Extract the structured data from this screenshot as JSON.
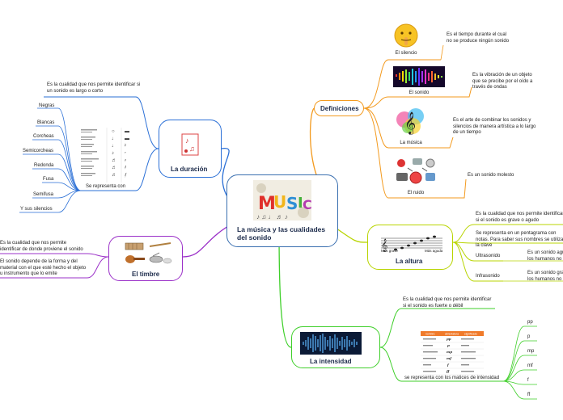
{
  "central": {
    "title": "La música y las cualidades del sonido"
  },
  "definiciones": {
    "title": "Definiciones",
    "items": [
      {
        "caption": "El silencio",
        "text": "Es el tiempo durante el cual no se produce ningún sonido"
      },
      {
        "caption": "El sonido",
        "text": "Es la vibración de un objeto que se precibe por el oído a través de ondas"
      },
      {
        "caption": "La música",
        "text": "Es el arte de combinar los sonidos y silencios de manera artística a lo largo de un tiempo"
      },
      {
        "caption": "El ruido",
        "text": "Es un sonido molesto"
      }
    ]
  },
  "duracion": {
    "title": "La duración",
    "definition": "Es la cualidad que nos permite identificar si un sonido es largo o corto",
    "represented_label": "Se representa con",
    "figures": [
      "Negras",
      "Blancas",
      "Corcheas",
      "Semicorcheas",
      "Redonda",
      "Fusa",
      "Semifusa",
      "Y sus silencios"
    ]
  },
  "timbre": {
    "title": "El timbre",
    "text1": "Es la cualidad que nos permite identificar de donde proviene el sonido",
    "text2": "El sonido depende de la forma y del material con el que esté hecho el objeto u instrumento que lo emite"
  },
  "altura": {
    "title": "La altura",
    "image_left": "Más grave",
    "image_right": "Más aguda",
    "definition": "Es la cualidad que nos permite identificar si el sonido es grave o agudo",
    "staff_text": "Se representa en un pentagrama con notas. Para saber sus nombres se utiliza la clave",
    "ultra_label": "Ultrasonido",
    "ultra_text": "Es un sonido agudo, los humanos no",
    "infra_label": "Infrasonido",
    "infra_text": "Es un sonido grave, los humanos no"
  },
  "intensidad": {
    "title": "La intensidad",
    "definition": "Es la cualidad que nos permite identificar si el sonido es fuerte o débil",
    "matices_label": "se representa con los matices de intensidad",
    "dynamics": [
      "pp",
      "p",
      "mp",
      "mf",
      "f",
      "ff"
    ]
  },
  "colors": {
    "definiciones": "#f39a1e",
    "duracion": "#2a6fd6",
    "timbre": "#9b30c8",
    "altura": "#b8d400",
    "intensidad": "#3fcf2a",
    "central": "#3a6fb0"
  }
}
